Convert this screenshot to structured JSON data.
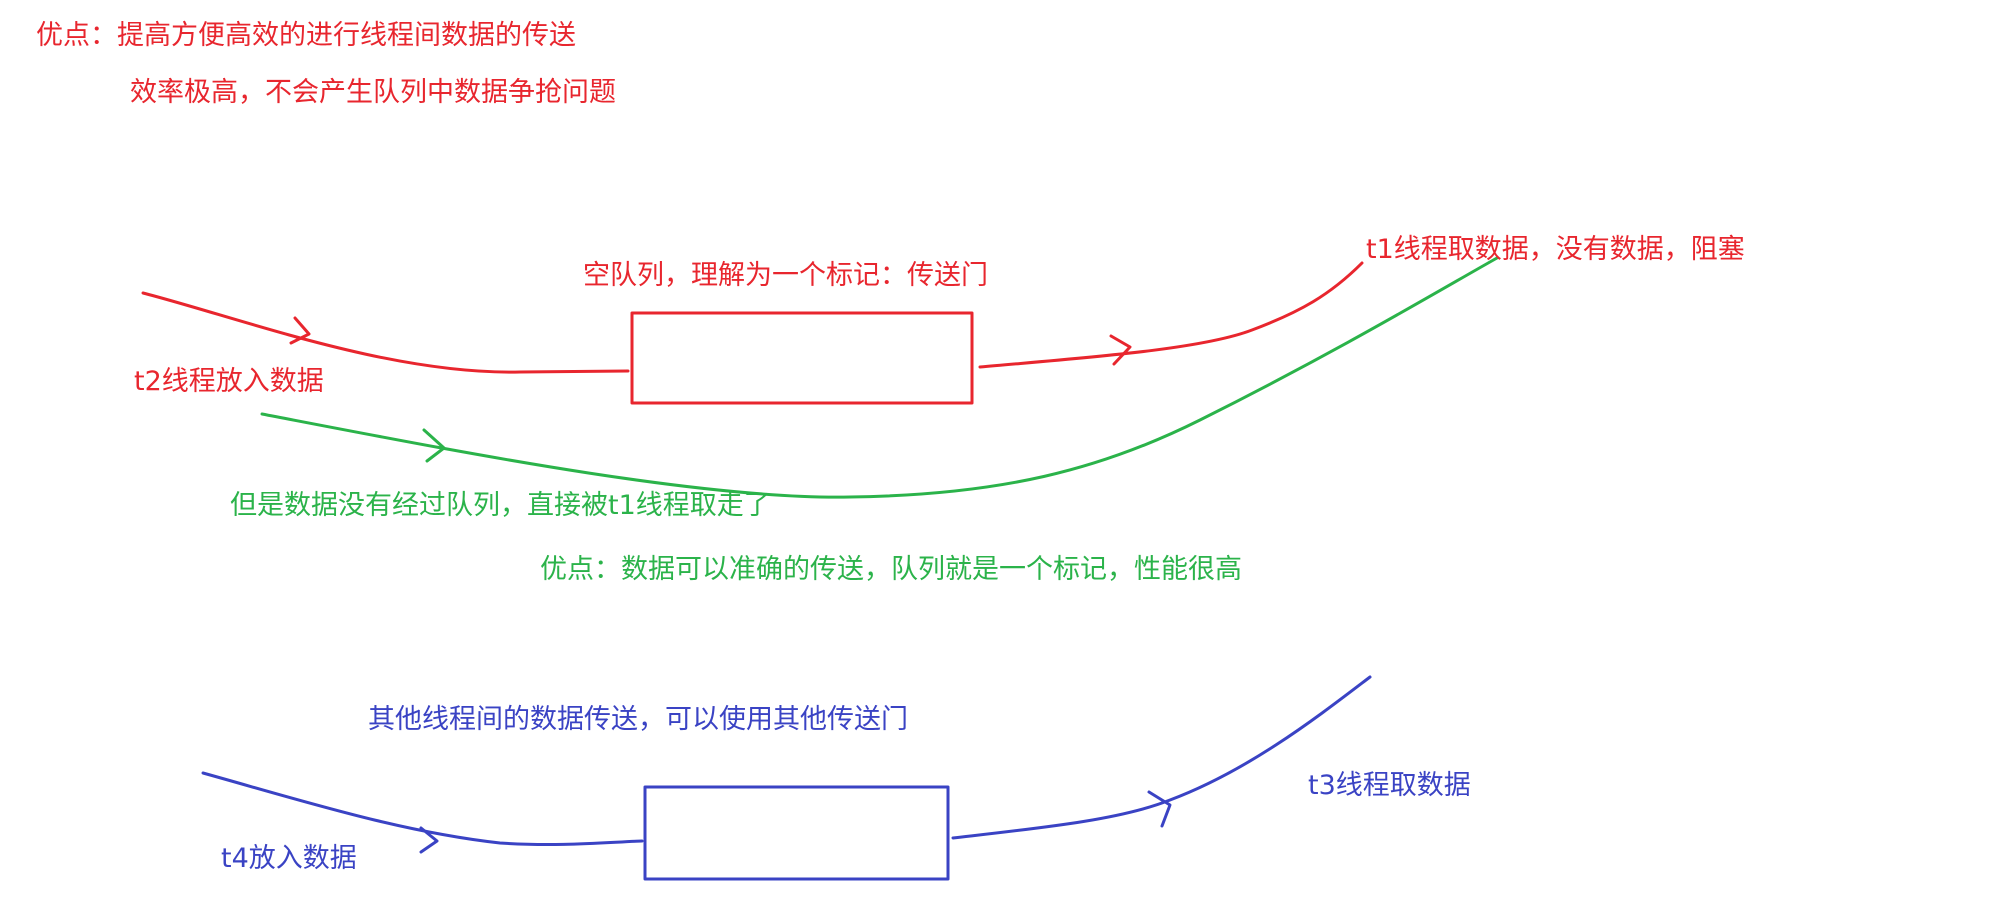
{
  "colors": {
    "red": "#e8262e",
    "green": "#2bb34a",
    "blue": "#3a43c4"
  },
  "header": {
    "advantages_line1": "优点：提高方便高效的进行线程间数据的传送",
    "advantages_line2": "效率极高，不会产生队列中数据争抢问题"
  },
  "synchronous_queue": {
    "queue_label": "空队列，理解为一个标记：传送门",
    "producer_label": "t2线程放入数据",
    "consumer_label": "t1线程取数据，没有数据，阻塞",
    "direct_transfer_label": "但是数据没有经过队列，直接被t1线程取走了",
    "advantage_label": "优点：数据可以准确的传送，队列就是一个标记，性能很高"
  },
  "other_queue": {
    "queue_label": "其他线程间的数据传送，可以使用其他传送门",
    "producer_label": "t4放入数据",
    "consumer_label": "t3线程取数据"
  }
}
